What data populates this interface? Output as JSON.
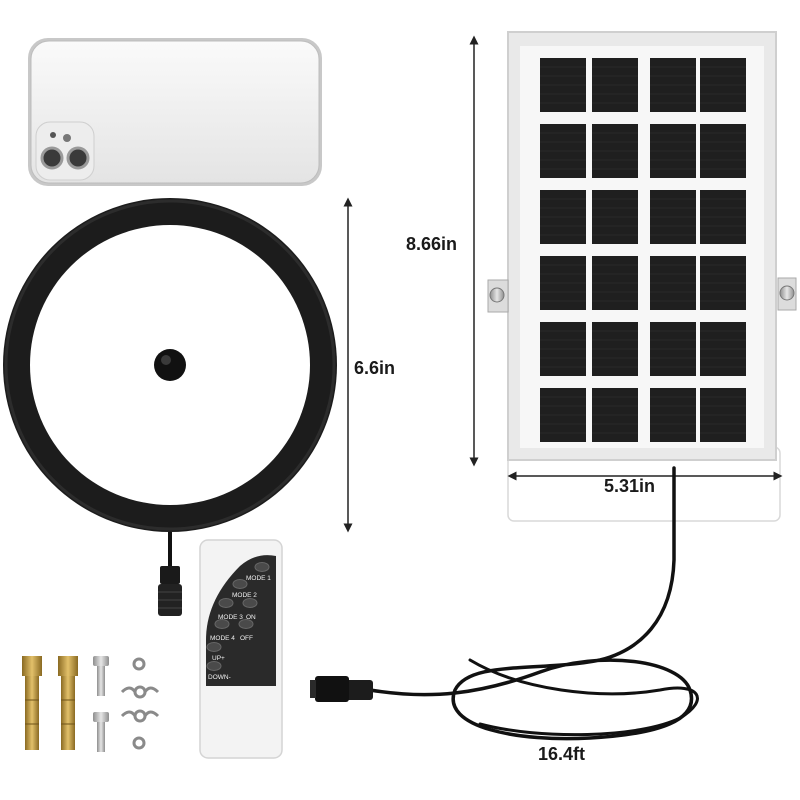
{
  "dimensions": {
    "panel_height": "8.66in",
    "panel_width": "5.31in",
    "light_diameter": "6.6in",
    "cable_length": "16.4ft"
  },
  "remote": {
    "buttons": [
      "MODE 1",
      "MODE 2",
      "MODE 3",
      "ON",
      "MODE 4",
      "OFF",
      "UP+",
      "DOWN-"
    ]
  },
  "colors": {
    "light_ring": "#1c1c1c",
    "light_face": "#ffffff",
    "panel_frame": "#e9e9e9",
    "solar_cell": "#1f1f1f",
    "remote_face": "#2a2a2a",
    "cable": "#111111",
    "anchor_brass": "#c9a34a"
  },
  "icons": [
    "phone-icon",
    "round-light-icon",
    "solar-panel-icon",
    "remote-icon",
    "cable-icon",
    "screw-kit-icon"
  ]
}
